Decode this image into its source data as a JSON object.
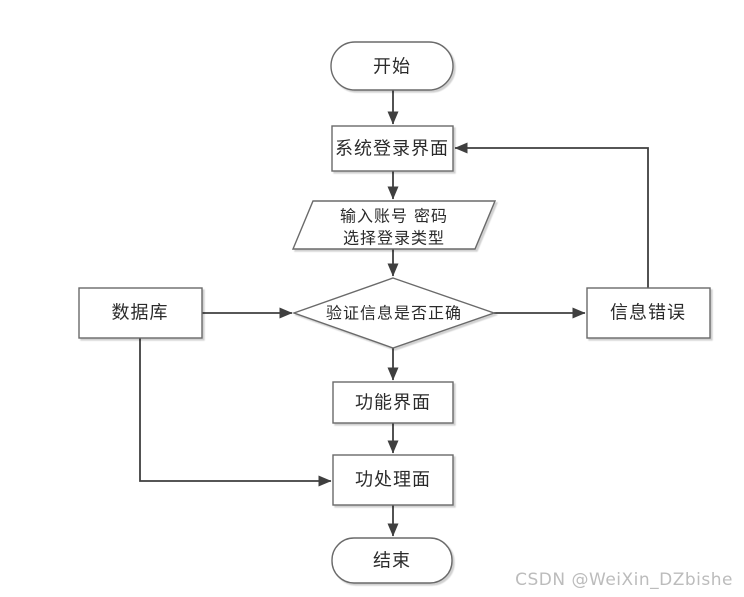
{
  "page": {
    "background": "#ffffff"
  },
  "watermark": {
    "text": "CSDN @WeiXin_DZbishe",
    "color": "#bcbcbc"
  },
  "colors": {
    "connector": "#3f3f3f",
    "shape_border": "#6a6a6a",
    "shape_fill": "#ffffff",
    "label_text": "#2b2b2b",
    "watermark": "#bcbcbc"
  },
  "nodes": {
    "start": {
      "shape": "terminator",
      "label": "开始"
    },
    "login": {
      "shape": "process",
      "label": "系统登录界面"
    },
    "input": {
      "shape": "input-output",
      "label_line1": "输入账号 密码",
      "label_line2": "选择登录类型"
    },
    "verify": {
      "shape": "decision",
      "label": "验证信息是否正确"
    },
    "database": {
      "shape": "process",
      "label": "数据库"
    },
    "error": {
      "shape": "process",
      "label": "信息错误"
    },
    "function_ui": {
      "shape": "process",
      "label": "功能界面"
    },
    "process_ui": {
      "shape": "process",
      "label": "功处理面"
    },
    "end": {
      "shape": "terminator",
      "label": "结束"
    }
  },
  "edges": [
    {
      "from": "start",
      "to": "login"
    },
    {
      "from": "login",
      "to": "input"
    },
    {
      "from": "input",
      "to": "verify"
    },
    {
      "from": "verify",
      "to": "function_ui"
    },
    {
      "from": "function_ui",
      "to": "process_ui"
    },
    {
      "from": "process_ui",
      "to": "end"
    },
    {
      "from": "database",
      "to": "verify"
    },
    {
      "from": "verify",
      "to": "error"
    },
    {
      "from": "error",
      "to": "login"
    },
    {
      "from": "database",
      "to": "process_ui"
    }
  ]
}
